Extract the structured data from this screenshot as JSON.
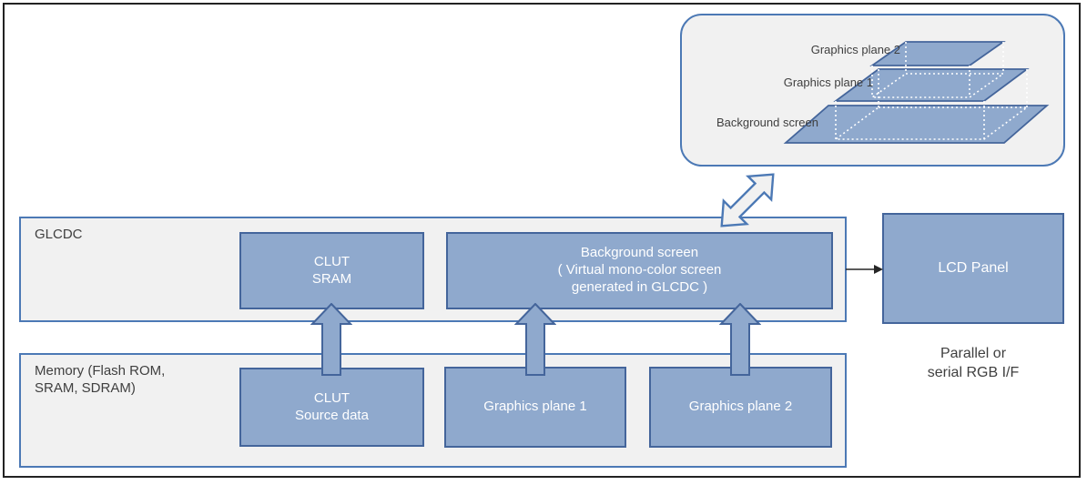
{
  "overview_panel": {
    "plane_labels": [
      "Graphics plane 2",
      "Graphics plane 1",
      "Background screen"
    ]
  },
  "glcdc": {
    "label": "GLCDC",
    "clut_sram": "CLUT\nSRAM",
    "background_screen": "Background screen\n( Virtual mono-color screen\ngenerated in GLCDC )"
  },
  "memory": {
    "label": "Memory (Flash ROM,\nSRAM, SDRAM)",
    "clut_source": "CLUT\nSource data",
    "graphics_plane_1": "Graphics plane 1",
    "graphics_plane_2": "Graphics plane 2"
  },
  "lcd": {
    "label": "LCD Panel",
    "interface": "Parallel or\nserial RGB I/F"
  },
  "colors": {
    "plane_fill": "#8FA9CD",
    "plane_border": "#44659B",
    "container_fill": "#F1F1F1",
    "container_border": "#4C79B5",
    "text_on_blue": "#FFFFFF",
    "label_text": "#3F3F3F",
    "frame_border": "#222222"
  }
}
